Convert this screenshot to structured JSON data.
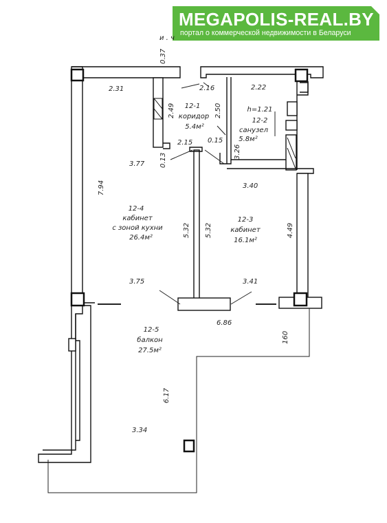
{
  "banner": {
    "title": "MEGAPOLIS-REAL.BY",
    "subtitle": "портал о коммерческой недвижимости в Беларуси"
  },
  "top_fragment": "и . ч",
  "rooms": {
    "r1": {
      "number": "12-1",
      "name": "коридор",
      "area": "5.4м²"
    },
    "r2": {
      "number": "12-2",
      "name": "санузел",
      "area": "5.8м²",
      "note": "h=1.21"
    },
    "r3": {
      "number": "12-3",
      "name": "кабинет",
      "area": "16.1м²"
    },
    "r4": {
      "number": "12-4",
      "name_line1": "кабинет",
      "name_line2": "с зоной кухни",
      "area": "26.4м²"
    },
    "r5": {
      "number": "12-5",
      "name": "балкон",
      "area": "27.5м²"
    }
  },
  "dimensions": {
    "d037": "0.37",
    "d231": "2.31",
    "d216": "2.16",
    "d222": "2.22",
    "d249": "2.49",
    "d250": "2.50",
    "d015": "0.15",
    "d215": "2.15",
    "d326": "3.26",
    "d013": "0.13",
    "d377": "3.77",
    "d794": "7.94",
    "d340": "3.40",
    "d532a": "5.32",
    "d532b": "5.32",
    "d449": "4.49",
    "d375": "3.75",
    "d341": "3.41",
    "d686": "6.86",
    "d160": "160",
    "d617": "6.17",
    "d334": "3.34"
  }
}
